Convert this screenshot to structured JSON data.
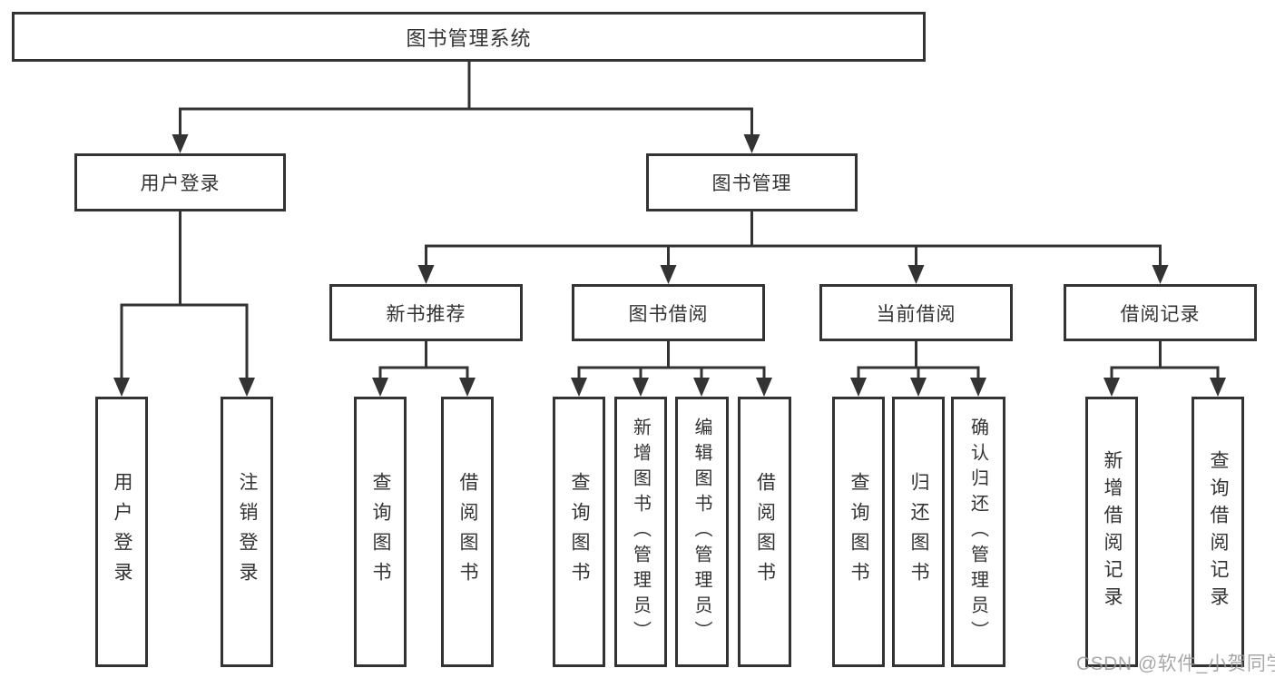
{
  "diagram": {
    "root": {
      "label": "图书管理系统"
    },
    "level2": [
      {
        "label": "用户登录"
      },
      {
        "label": "图书管理"
      }
    ],
    "level3": [
      {
        "label": "新书推荐"
      },
      {
        "label": "图书借阅"
      },
      {
        "label": "当前借阅"
      },
      {
        "label": "借阅记录"
      }
    ],
    "leaves": [
      {
        "label": "用户登录"
      },
      {
        "label": "注销登录"
      },
      {
        "label": "查询图书"
      },
      {
        "label": "借阅图书"
      },
      {
        "label": "查询图书"
      },
      {
        "label": "新增图书（管理员）"
      },
      {
        "label": "编辑图书（管理员）"
      },
      {
        "label": "借阅图书"
      },
      {
        "label": "查询图书"
      },
      {
        "label": "归还图书"
      },
      {
        "label": "确认归还（管理员）"
      },
      {
        "label": "新增借阅记录"
      },
      {
        "label": "查询借阅记录"
      }
    ]
  },
  "watermark": {
    "text": "CSDN @软件_小贺同学"
  },
  "colors": {
    "line": "#333333",
    "text": "#333333",
    "watermark": "#999999",
    "background": "#ffffff"
  }
}
